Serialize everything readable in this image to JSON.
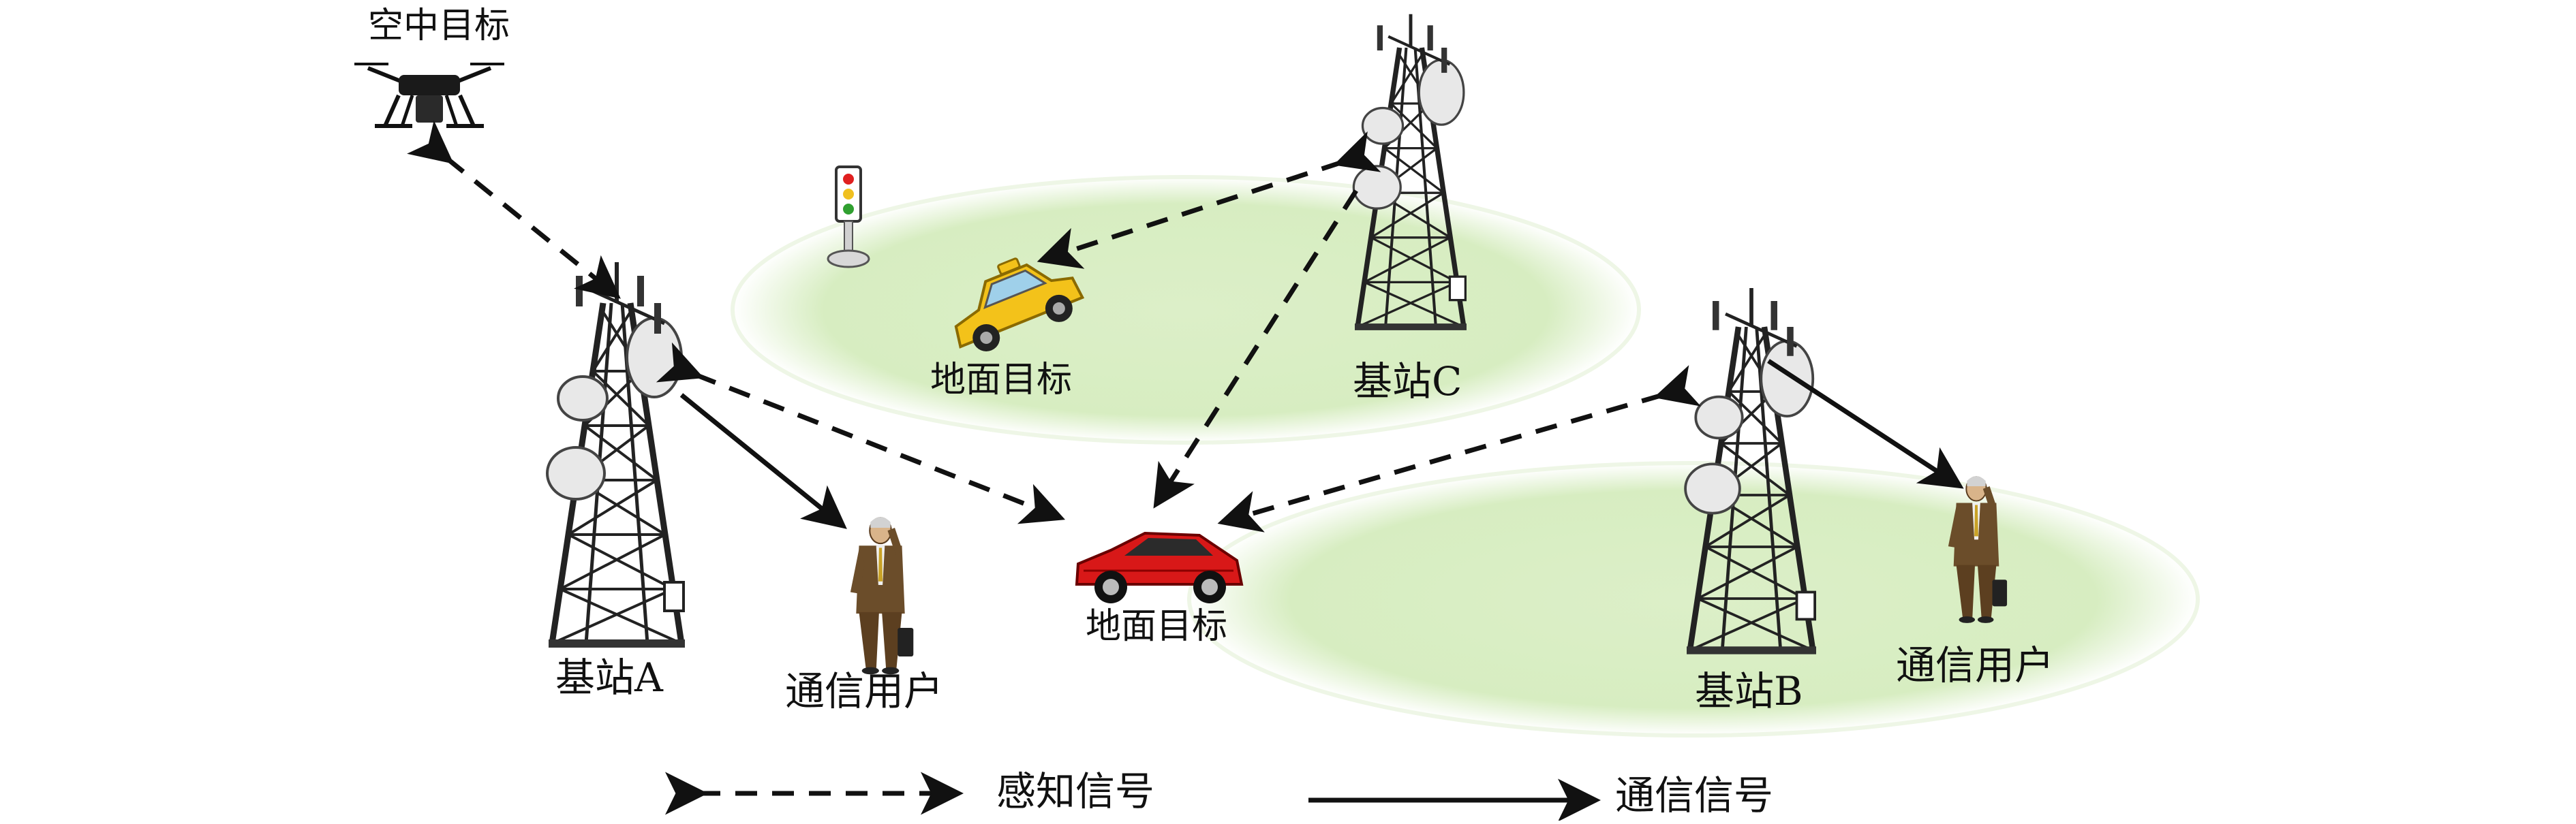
{
  "labels": {
    "aerial_target": "空中目标",
    "ground_target_1": "地面目标",
    "ground_target_2": "地面目标",
    "base_station_a": "基站A",
    "base_station_b": "基站B",
    "base_station_c": "基站C",
    "comm_user_1": "通信用户",
    "comm_user_2": "通信用户"
  },
  "legend": {
    "sensing_signal": "感知信号",
    "communication_signal": "通信信号"
  },
  "colors": {
    "coverage_fill": "#dcefc8",
    "tower": "#222222",
    "car_red": "#d81818",
    "taxi_yellow": "#f3c21a",
    "suit": "#6b4d2a",
    "arrow": "#111111"
  },
  "icons": [
    "drone-icon",
    "tower-icon",
    "sports-car-icon",
    "taxi-icon",
    "traffic-light-icon",
    "person-phone-icon"
  ]
}
